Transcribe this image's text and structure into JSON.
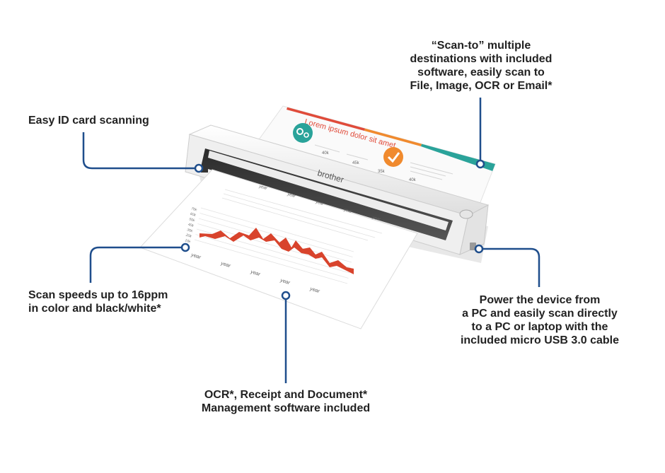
{
  "colors": {
    "callout_line": "#1f4e8c",
    "chart_fill": "#d8432c",
    "band_red": "#e04b3a",
    "band_orange": "#f08a2e",
    "band_teal": "#2aa39a",
    "scanner_body": "#f2f2f2"
  },
  "callouts": {
    "scan_to": {
      "lines": [
        "“Scan-to” multiple",
        "destinations with included",
        "software, easily scan to",
        "File, Image, OCR or Email*"
      ]
    },
    "id_card": {
      "lines": [
        "Easy ID card scanning"
      ]
    },
    "speed": {
      "lines": [
        "Scan speeds up to 16ppm",
        "in color and black/white*"
      ]
    },
    "power": {
      "lines": [
        "Power the device from",
        "a PC and easily scan directly",
        "to a PC or laptop with the",
        "included micro USB 3.0 cable"
      ]
    },
    "software": {
      "lines": [
        "OCR*, Receipt and Document*",
        "Management software included"
      ]
    }
  },
  "device": {
    "brand": "brother"
  },
  "back_page": {
    "heading": "Lorem ipsum dolor sit amet",
    "stats": [
      "40k",
      "45k",
      "35k",
      "40k"
    ],
    "icons": [
      "gears-icon",
      "checkmark-icon"
    ]
  },
  "front_page": {
    "y_ticks": [
      "70k",
      "60k",
      "50k",
      "40k",
      "30k",
      "20k",
      "10k"
    ],
    "x_ticks": [
      "year",
      "year",
      "year",
      "year",
      "year"
    ],
    "top_ticks": [
      "year",
      "year",
      "year",
      "year",
      "year"
    ]
  }
}
